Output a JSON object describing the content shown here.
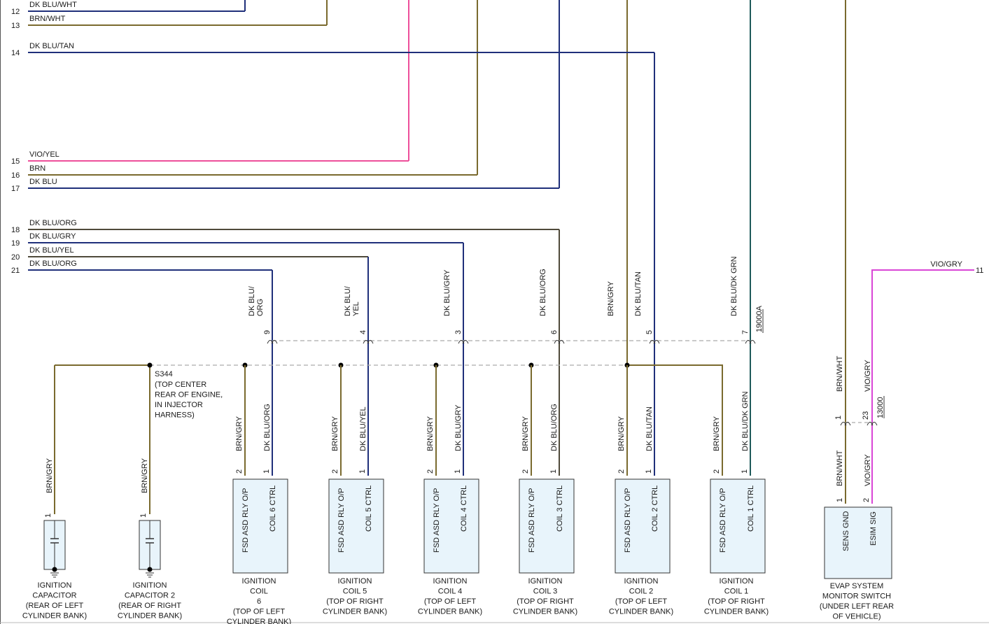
{
  "colors": {
    "dk_blu": "#1f2f7a",
    "brn": "#7a6a2e",
    "vio_yel": "#ee4f9a",
    "teal": "#1e5a5a",
    "vio_gry": "#d946d6",
    "brn_teal": "#4f4a3a",
    "component_fill": "#e8f4fb",
    "dash": "#aaaaaa"
  },
  "left_wires": [
    {
      "pin": "12",
      "label": "DK BLU/WHT"
    },
    {
      "pin": "13",
      "label": "BRN/WHT"
    },
    {
      "pin": "14",
      "label": "DK BLU/TAN"
    },
    {
      "pin": "15",
      "label": "VIO/YEL"
    },
    {
      "pin": "16",
      "label": "BRN"
    },
    {
      "pin": "17",
      "label": "DK BLU"
    },
    {
      "pin": "18",
      "label": "DK BLU/ORG"
    },
    {
      "pin": "19",
      "label": "DK BLU/GRY"
    },
    {
      "pin": "20",
      "label": "DK BLU/YEL"
    },
    {
      "pin": "21",
      "label": "DK BLU/ORG"
    }
  ],
  "connector_upper": {
    "wires": [
      {
        "label_lines": [
          "DK BLU/",
          "ORG"
        ],
        "pin": "9"
      },
      {
        "label_lines": [
          "DK BLU/",
          "YEL"
        ],
        "pin": "4"
      },
      {
        "label_lines": [
          "DK BLU/GRY"
        ],
        "pin": "3"
      },
      {
        "label_lines": [
          "DK BLU/ORG"
        ],
        "pin": "6"
      },
      {
        "label_lines": [
          "BRN/GRY"
        ],
        "pin": ""
      },
      {
        "label_lines": [
          "DK BLU/TAN"
        ],
        "pin": "5"
      },
      {
        "label_lines": [
          "DK BLU/DK GRN"
        ],
        "pin": "7"
      }
    ],
    "ref": "19000A"
  },
  "splice": {
    "name": "S344",
    "desc": [
      "(TOP CENTER",
      "REAR OF ENGINE,",
      "IN INJECTOR",
      "HARNESS)"
    ]
  },
  "capacitors": [
    {
      "wire": "BRN/GRY",
      "pin": "1",
      "name": [
        "IGNITION",
        "CAPACITOR",
        "(REAR OF LEFT",
        "CYLINDER BANK)"
      ]
    },
    {
      "wire": "BRN/GRY",
      "pin": "1",
      "name": [
        "IGNITION",
        "CAPACITOR 2",
        "(REAR OF RIGHT",
        "CYLINDER BANK)"
      ]
    }
  ],
  "coils": [
    {
      "brn_wire": "BRN/GRY",
      "ctrl_wire": "DK BLU/ORG",
      "pin_a": "2",
      "pin_b": "1",
      "term_a": "FSD ASD RLY O/P",
      "term_b": "COIL 6 CTRL",
      "name": [
        "IGNITION",
        "COIL",
        "6",
        "(TOP OF LEFT",
        "CYLINDER BANK)"
      ]
    },
    {
      "brn_wire": "BRN/GRY",
      "ctrl_wire": "DK BLU/YEL",
      "pin_a": "2",
      "pin_b": "1",
      "term_a": "FSD ASD RLY O/P",
      "term_b": "COIL 5 CTRL",
      "name": [
        "IGNITION",
        "COIL 5",
        "(TOP OF RIGHT",
        "CYLINDER BANK)"
      ]
    },
    {
      "brn_wire": "BRN/GRY",
      "ctrl_wire": "DK BLU/GRY",
      "pin_a": "2",
      "pin_b": "1",
      "term_a": "FSD ASD RLY O/P",
      "term_b": "COIL 4 CTRL",
      "name": [
        "IGNITION",
        "COIL 4",
        "(TOP OF LEFT",
        "CYLINDER BANK)"
      ]
    },
    {
      "brn_wire": "BRN/GRY",
      "ctrl_wire": "DK BLU/ORG",
      "pin_a": "2",
      "pin_b": "1",
      "term_a": "FSD ASD RLY O/P",
      "term_b": "COIL 3 CTRL",
      "name": [
        "IGNITION",
        "COIL 3",
        "(TOP OF RIGHT",
        "CYLINDER BANK)"
      ]
    },
    {
      "brn_wire": "BRN/GRY",
      "ctrl_wire": "DK BLU/TAN",
      "pin_a": "2",
      "pin_b": "1",
      "term_a": "FSD ASD RLY O/P",
      "term_b": "COIL 2 CTRL",
      "name": [
        "IGNITION",
        "COIL 2",
        "(TOP OF LEFT",
        "CYLINDER BANK)"
      ]
    },
    {
      "brn_wire": "BRN/GRY",
      "ctrl_wire": "DK BLU/DK GRN",
      "pin_a": "2",
      "pin_b": "1",
      "term_a": "FSD ASD RLY O/P",
      "term_b": "COIL 1 CTRL",
      "name": [
        "IGNITION",
        "COIL 1",
        "(TOP OF RIGHT",
        "CYLINDER BANK)"
      ]
    }
  ],
  "evap": {
    "wire_top_left": "BRN/WHT",
    "wire_top_right": "VIO/GRY",
    "wire_bottom_left": "BRN/WHT",
    "wire_bottom_right": "VIO/GRY",
    "conn_pin_left": "1",
    "conn_pin_right": "23",
    "conn_ref": "13000",
    "pin_a": "1",
    "pin_b": "2",
    "term_a": "SENS GND",
    "term_b": "ESIM SIG",
    "right_wire_label": "VIO/GRY",
    "right_pin": "11",
    "name": [
      "EVAP SYSTEM",
      "MONITOR SWITCH",
      "(UNDER LEFT REAR",
      "OF VEHICLE)"
    ]
  }
}
